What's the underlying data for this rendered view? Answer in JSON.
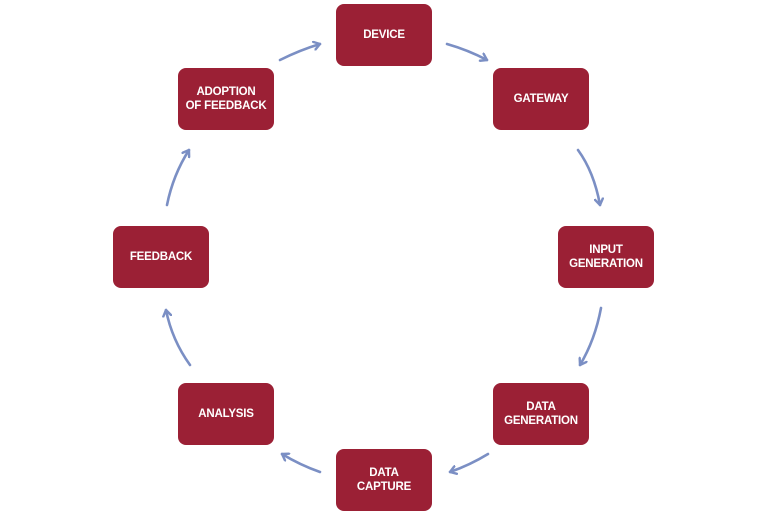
{
  "diagram": {
    "type": "cycle",
    "colors": {
      "node_fill": "#9b2035",
      "node_text": "#ffffff",
      "arrow": "#7b8fc4",
      "background": "#ffffff"
    },
    "nodes": [
      {
        "id": "device",
        "label": "DEVICE"
      },
      {
        "id": "gateway",
        "label": "GATEWAY"
      },
      {
        "id": "input_generation",
        "label": "INPUT GENERATION"
      },
      {
        "id": "data_generation",
        "label": "DATA GENERATION"
      },
      {
        "id": "data_capture",
        "label": "DATA CAPTURE"
      },
      {
        "id": "analysis",
        "label": "ANALYSIS"
      },
      {
        "id": "feedback",
        "label": "FEEDBACK"
      },
      {
        "id": "adoption_of_feedback",
        "label": "ADOPTION OF FEEDBACK"
      }
    ],
    "edges": [
      {
        "from": "device",
        "to": "gateway"
      },
      {
        "from": "gateway",
        "to": "input_generation"
      },
      {
        "from": "input_generation",
        "to": "data_generation"
      },
      {
        "from": "data_generation",
        "to": "data_capture"
      },
      {
        "from": "data_capture",
        "to": "analysis"
      },
      {
        "from": "analysis",
        "to": "feedback"
      },
      {
        "from": "feedback",
        "to": "adoption_of_feedback"
      },
      {
        "from": "adoption_of_feedback",
        "to": "device"
      }
    ],
    "label_lines": {
      "device": [
        "DEVICE"
      ],
      "gateway": [
        "GATEWAY"
      ],
      "input_generation": [
        "INPUT",
        "GENERATION"
      ],
      "data_generation": [
        "DATA",
        "GENERATION"
      ],
      "data_capture": [
        "DATA",
        "CAPTURE"
      ],
      "analysis": [
        "ANALYSIS"
      ],
      "feedback": [
        "FEEDBACK"
      ],
      "adoption_of_feedback": [
        "ADOPTION",
        "OF FEEDBACK"
      ]
    }
  }
}
